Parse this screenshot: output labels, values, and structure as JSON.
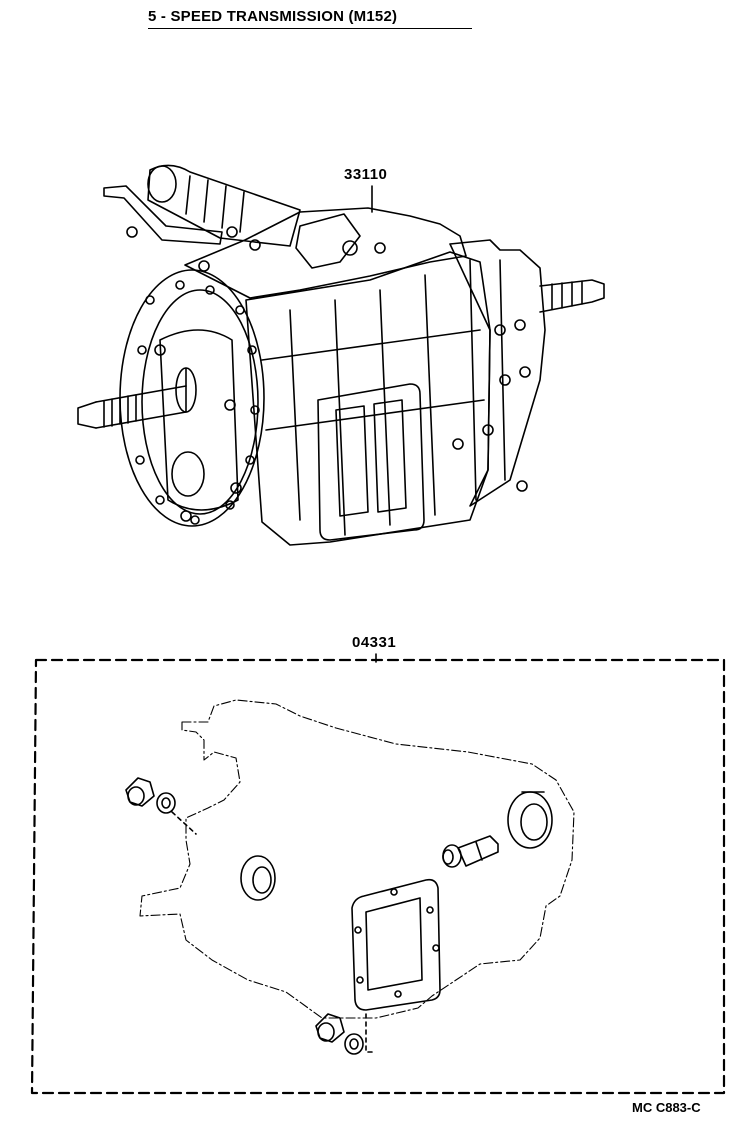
{
  "title": "5 - SPEED TRANSMISSION (M152)",
  "parts": {
    "transmission_assembly": "33110",
    "gasket_kit": "04331"
  },
  "illustration_code": "MC C883-C",
  "colors": {
    "ink": "#000000",
    "paper": "#ffffff"
  }
}
